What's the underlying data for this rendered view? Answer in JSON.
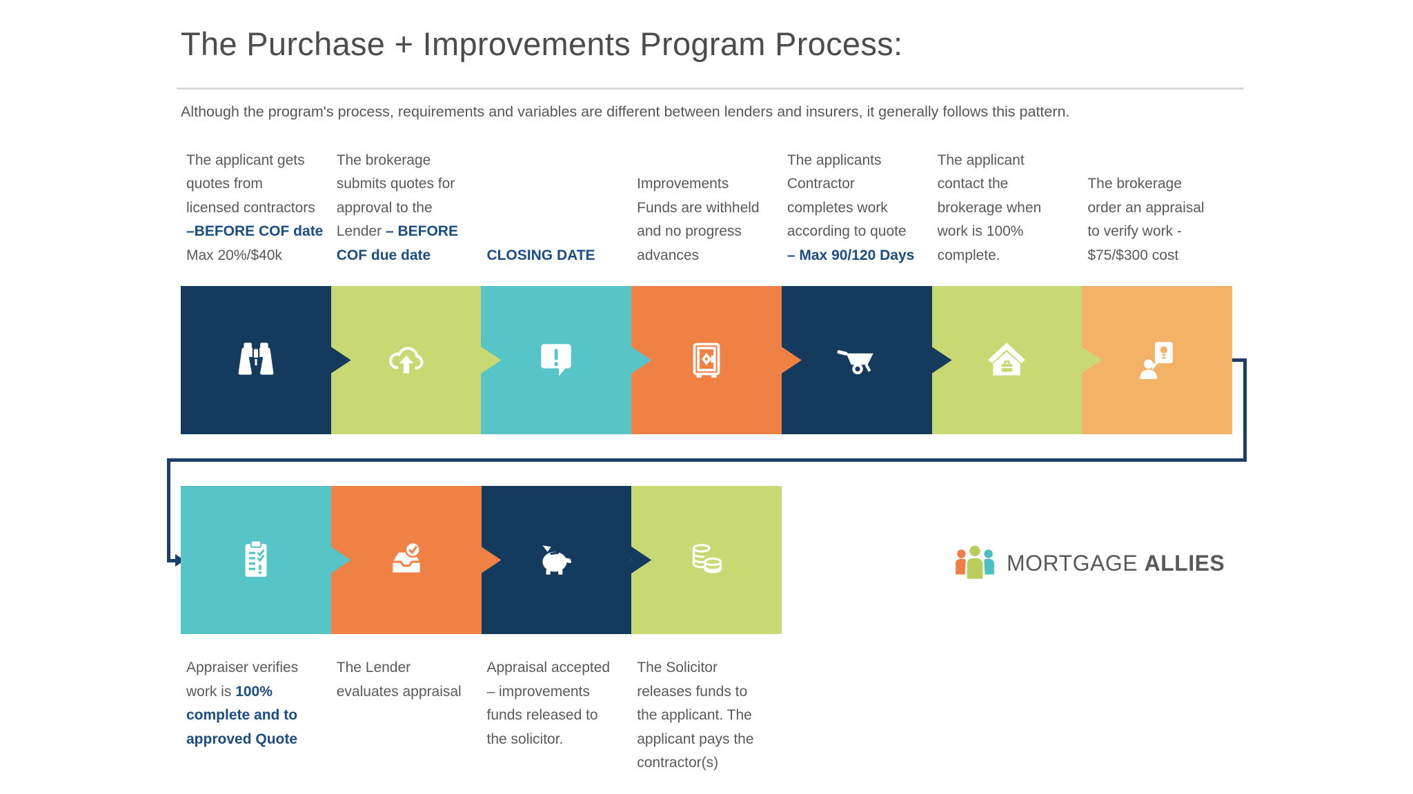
{
  "title": "The Purchase + Improvements Program Process:",
  "subtitle": "Although the program's process, requirements and variables are different between lenders and insurers, it generally follows this pattern.",
  "colors": {
    "navy": "#143a5d",
    "lime": "#c8d973",
    "teal": "#57c5c7",
    "orange": "#f08145",
    "lightorange": "#f4b267",
    "connector": "#1b3f68",
    "highlight_text": "#1b4d85",
    "body_text": "#58595c"
  },
  "steps_top": [
    {
      "key": "find-contractors",
      "color": "navy",
      "icon": "binoculars-icon",
      "lines": [
        [
          {
            "t": "The applicant gets"
          }
        ],
        [
          {
            "t": "quotes from"
          }
        ],
        [
          {
            "t": "licensed contractors"
          }
        ],
        [
          {
            "t": "–BEFORE COF date",
            "b": true
          }
        ],
        [
          {
            "t": "Max 20%/$40k"
          }
        ]
      ]
    },
    {
      "key": "submit-quotes",
      "color": "lime",
      "icon": "cloud-upload-icon",
      "lines": [
        [
          {
            "t": "The brokerage"
          }
        ],
        [
          {
            "t": "submits quotes for"
          }
        ],
        [
          {
            "t": "approval to the"
          }
        ],
        [
          {
            "t": "Lender "
          },
          {
            "t": "– BEFORE",
            "b": true
          }
        ],
        [
          {
            "t": "COF due date",
            "b": true
          }
        ]
      ]
    },
    {
      "key": "closing-date",
      "color": "teal",
      "icon": "message-exclamation-icon",
      "lines": [
        [
          {
            "t": "CLOSING DATE",
            "b": true
          }
        ]
      ]
    },
    {
      "key": "funds-withheld",
      "color": "orange",
      "icon": "safe-icon",
      "lines": [
        [
          {
            "t": "Improvements"
          }
        ],
        [
          {
            "t": "Funds are withheld"
          }
        ],
        [
          {
            "t": "and no progress"
          }
        ],
        [
          {
            "t": "advances"
          }
        ]
      ]
    },
    {
      "key": "work-completed",
      "color": "navy",
      "icon": "wheelbarrow-icon",
      "lines": [
        [
          {
            "t": "The applicants"
          }
        ],
        [
          {
            "t": "Contractor"
          }
        ],
        [
          {
            "t": "completes work"
          }
        ],
        [
          {
            "t": "according to quote"
          }
        ],
        [
          {
            "t": "– Max 90/120 Days",
            "b": true
          }
        ]
      ]
    },
    {
      "key": "contact-brokerage",
      "color": "lime",
      "icon": "house-renovation-icon",
      "lines": [
        [
          {
            "t": "The applicant"
          }
        ],
        [
          {
            "t": "contact the"
          }
        ],
        [
          {
            "t": "brokerage when"
          }
        ],
        [
          {
            "t": "work is 100%"
          }
        ],
        [
          {
            "t": "complete."
          }
        ]
      ]
    },
    {
      "key": "order-appraisal",
      "color": "lightorange",
      "icon": "consultation-icon",
      "lines": [
        [
          {
            "t": "The brokerage"
          }
        ],
        [
          {
            "t": "order an appraisal"
          }
        ],
        [
          {
            "t": "to verify work -"
          }
        ],
        [
          {
            "t": "$75/$300 cost"
          }
        ]
      ]
    }
  ],
  "steps_bottom": [
    {
      "key": "verify-work",
      "color": "teal",
      "icon": "checklist-icon",
      "lines": [
        [
          {
            "t": "Appraiser verifies"
          }
        ],
        [
          {
            "t": "work is "
          },
          {
            "t": "100%",
            "b": true
          }
        ],
        [
          {
            "t": "complete and to",
            "b": true
          }
        ],
        [
          {
            "t": "approved Quote",
            "b": true
          }
        ]
      ]
    },
    {
      "key": "evaluate-appraisal",
      "color": "orange",
      "icon": "approved-inbox-icon",
      "lines": [
        [
          {
            "t": "The Lender"
          }
        ],
        [
          {
            "t": "evaluates appraisal"
          }
        ]
      ]
    },
    {
      "key": "funds-to-solicitor",
      "color": "navy",
      "icon": "piggy-bank-icon",
      "lines": [
        [
          {
            "t": "Appraisal accepted"
          }
        ],
        [
          {
            "t": "– improvements"
          }
        ],
        [
          {
            "t": "funds released to"
          }
        ],
        [
          {
            "t": "the solicitor."
          }
        ]
      ]
    },
    {
      "key": "pay-contractors",
      "color": "lime",
      "icon": "coins-icon",
      "lines": [
        [
          {
            "t": "The Solicitor"
          }
        ],
        [
          {
            "t": "releases funds to"
          }
        ],
        [
          {
            "t": "the applicant. The"
          }
        ],
        [
          {
            "t": "applicant pays the"
          }
        ],
        [
          {
            "t": "contractor(s)"
          }
        ]
      ]
    }
  ],
  "logo": {
    "brand_first": "MORTGAGE",
    "brand_second": "ALLIES",
    "people_colors": {
      "left": "#ef7d49",
      "middle": "#b9cc5c",
      "right": "#4dbfc1"
    }
  }
}
